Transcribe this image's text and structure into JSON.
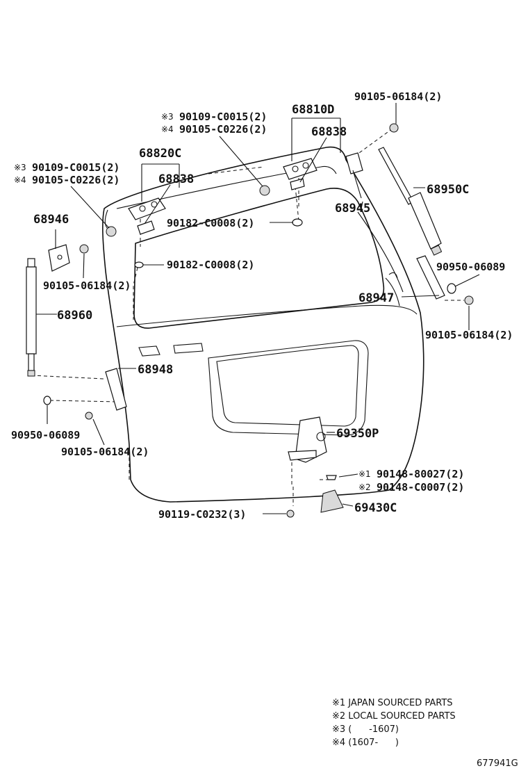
{
  "labels": {
    "p_90105_top_right": "90105-06184(2)",
    "p_68810D": "68810D",
    "p_68838_right": "68838",
    "p_68838_left": "68838",
    "p_68820C": "68820C",
    "p_68950C": "68950C",
    "p_68945": "68945",
    "p_90182_upper": "90182-C0008(2)",
    "p_90182_lower": "90182-C0008(2)",
    "p_68946": "68946",
    "p_90105_left": "90105-06184(2)",
    "p_68960": "68960",
    "p_90950_right": "90950-06089",
    "p_68947": "68947",
    "p_90105_right": "90105-06184(2)",
    "p_68948": "68948",
    "p_90950_left": "90950-06089",
    "p_90105_bottom_left": "90105-06184(2)",
    "p_69350P": "69350P",
    "p_90148_80027": "90148-80027(2)",
    "p_90148_C0007": "90148-C0007(2)",
    "p_90119": "90119-C0232(3)",
    "p_69430C": "69430C",
    "p_90109_upper": "90109-C0015(2)",
    "p_90105_C0226_upper": "90105-C0226(2)",
    "p_90109_left": "90109-C0015(2)",
    "p_90105_C0226_left": "90105-C0226(2)"
  },
  "marks": {
    "m3": "※3",
    "m4": "※4",
    "m1": "※1",
    "m2": "※2"
  },
  "legend": {
    "line1": "※1 JAPAN SOURCED PARTS",
    "line2": "※2 LOCAL SOURCED PARTS",
    "line3": "※3 (      -1607)",
    "line4": "※4 (1607-      )"
  },
  "diagram_code": "677941G"
}
